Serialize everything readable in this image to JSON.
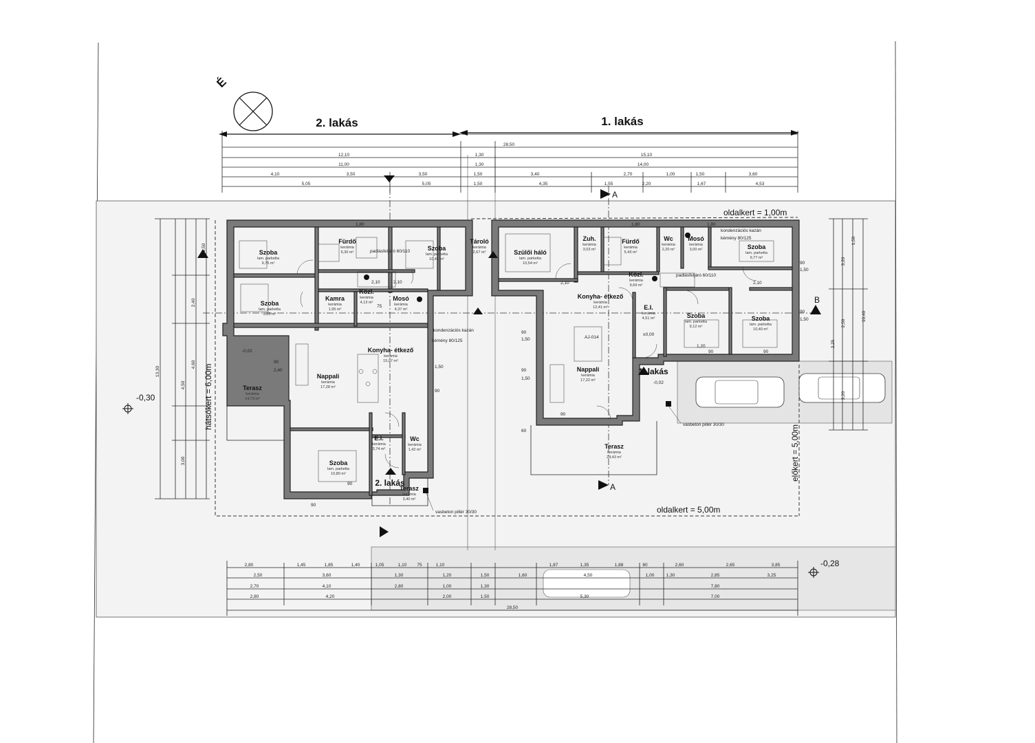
{
  "orientation": {
    "north_label": "É"
  },
  "units": {
    "unit1": "1. lakás",
    "unit2": "2. lakás"
  },
  "setbacks": {
    "side_top": "oldalkert = 1,00m",
    "side_bottom": "oldalkert = 5,00m",
    "rear": "hátsókert = 6,00m",
    "front": "előkert = 5,00m"
  },
  "levels": {
    "left": "-0,30",
    "right": "-0,28",
    "floor": "±0,00",
    "terrace": "-0,02"
  },
  "section_marks": {
    "a": "A",
    "b": "B"
  },
  "equipment": {
    "boiler": "kondenzációs kazán",
    "chimney": "kémény 80/125",
    "attic_hatch": "padlásfeljáró 60/110",
    "pillar": "vasbeton pillér 30/30",
    "beam": "AJ-014"
  },
  "unit2_rooms": [
    {
      "name": "Szoba",
      "finish": "lam. parketta",
      "area": "9,75 m²"
    },
    {
      "name": "Fürdő",
      "finish": "kerámia",
      "area": "6,30 m²"
    },
    {
      "name": "Szoba",
      "finish": "lam. parketta",
      "area": "10,45 m²"
    },
    {
      "name": "Tároló",
      "finish": "kerámia",
      "area": "2,67 m²"
    },
    {
      "name": "Szoba",
      "finish": "lam. parketta",
      "area": "9,65 m²"
    },
    {
      "name": "Kamra",
      "finish": "kerámia",
      "area": "1,95 m²"
    },
    {
      "name": "Közl.",
      "finish": "kerámia",
      "area": "4,13 m²"
    },
    {
      "name": "Mosó",
      "finish": "kerámia",
      "area": "4,37 m²"
    },
    {
      "name": "Terasz",
      "finish": "kerámia",
      "area": "14,73 m²"
    },
    {
      "name": "Nappali",
      "finish": "kerámia",
      "area": "17,28 m²"
    },
    {
      "name": "Konyha- étkező",
      "finish": "kerámia",
      "area": "15,07 m²"
    },
    {
      "name": "E.I.",
      "finish": "kerámia",
      "area": "3,74 m²"
    },
    {
      "name": "Wc",
      "finish": "kerámia",
      "area": "1,42 m²"
    },
    {
      "name": "Szoba",
      "finish": "lam. parketta",
      "area": "10,80 m²"
    },
    {
      "name": "Terasz",
      "finish": "kerámia",
      "area": "3,40 m²"
    }
  ],
  "unit1_rooms": [
    {
      "name": "Szülői háló",
      "finish": "lam. parketta",
      "area": "10,54 m²"
    },
    {
      "name": "Zuh.",
      "finish": "kerámia",
      "area": "3,03 m²"
    },
    {
      "name": "Fürdő",
      "finish": "kerámia",
      "area": "5,43 m²"
    },
    {
      "name": "Wc",
      "finish": "kerámia",
      "area": "2,20 m²"
    },
    {
      "name": "Mosó",
      "finish": "kerámia",
      "area": "3,00 m²"
    },
    {
      "name": "Szoba",
      "finish": "lam. parketta",
      "area": "9,77 m²"
    },
    {
      "name": "Közl.",
      "finish": "kerámia",
      "area": "9,69 m²"
    },
    {
      "name": "Konyha- étkező",
      "finish": "kerámia",
      "area": "12,41 m²"
    },
    {
      "name": "E.I.",
      "finish": "kerámia",
      "area": "4,51 m²"
    },
    {
      "name": "Szoba",
      "finish": "lam. parketta",
      "area": "9,12 m²"
    },
    {
      "name": "Szoba",
      "finish": "lam. parketta",
      "area": "10,40 m²"
    },
    {
      "name": "Nappali",
      "finish": "kerámia",
      "area": "17,22 m²"
    },
    {
      "name": "Terasz",
      "finish": "kerámia",
      "area": "24,43 m²"
    }
  ],
  "dims_top": {
    "overall": "28,50",
    "r2": [
      "12,10",
      "1,30",
      "15,10"
    ],
    "r3": [
      "11,00",
      "1,30",
      "14,00"
    ],
    "r4": [
      "4,10",
      "3,50",
      "3,50",
      "1,50",
      "3,40",
      "2,70",
      "1,00",
      "1,50",
      "3,60"
    ],
    "r5": [
      "5,05",
      "5,05",
      "1,50",
      "4,35",
      "1,55",
      "2,20",
      "1,67",
      "4,53"
    ]
  },
  "dims_bottom": {
    "r1": [
      "2,80",
      "1,45",
      "1,85",
      "1,40",
      "1,05",
      "1,10",
      "75",
      "1,10",
      "1,87",
      "1,35",
      "1,88",
      "80",
      "2,60",
      "2,65",
      "3,85"
    ],
    "r2": [
      "2,50",
      "3,60",
      "1,30",
      "1,20",
      "1,50",
      "1,60",
      "4,50",
      "1,00",
      "1,30",
      "2,85",
      "3,25"
    ],
    "r3": [
      "2,70",
      "4,10",
      "2,80",
      "1,00",
      "1,30",
      "7,80"
    ],
    "r4": [
      "2,80",
      "4,20",
      "2,00",
      "1,50",
      "5,30",
      "7,00"
    ],
    "overall": "28,50"
  },
  "dims_left": [
    "13,30",
    "4,50",
    "3,00",
    "4,60",
    "2,40",
    "1,50"
  ],
  "dims_right": [
    "10,40",
    "3,20",
    "2,50",
    "2,25",
    "3,20",
    "1,50"
  ],
  "opening_sizes": [
    "90",
    "2,10",
    "2,40",
    "75",
    "1,50",
    "1,80",
    "1,20",
    "60"
  ]
}
